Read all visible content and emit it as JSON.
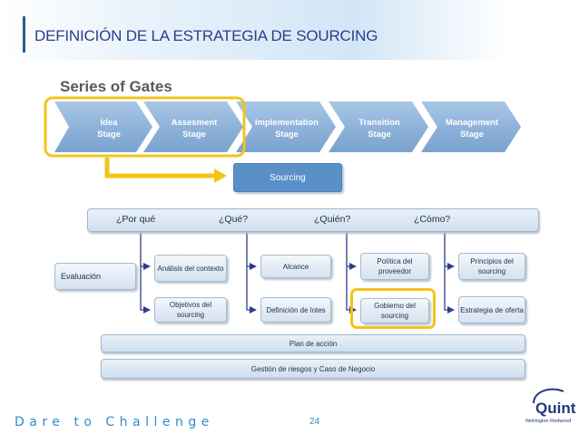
{
  "header": {
    "title": "DEFINICIÓN DE LA ESTRATEGIA DE SOURCING"
  },
  "gates": {
    "title": "Series of Gates",
    "stages": [
      {
        "line1": "Idea",
        "line2": "Stage"
      },
      {
        "line1": "Assesment",
        "line2": "Stage"
      },
      {
        "line1": "Implementation",
        "line2": "Stage"
      },
      {
        "line1": "Transition",
        "line2": "Stage"
      },
      {
        "line1": "Management",
        "line2": "Stage"
      }
    ],
    "highlighted_stages": [
      0,
      1
    ]
  },
  "sourcing_label": "Sourcing",
  "questions": [
    "¿Por qué",
    "¿Qué?",
    "¿Quién?",
    "¿Cómo?"
  ],
  "evaluation_label": "Evaluación",
  "boxes": {
    "porque": [
      "Análisis del contexto",
      "Objetivos del sourcing"
    ],
    "que": [
      "Alcance",
      "Definición de lotes"
    ],
    "quien": [
      "Política del proveedor",
      "Gobierno del sourcing"
    ],
    "como": [
      "Principios del sourcing",
      "Estrategia de oferta"
    ]
  },
  "highlighted_box": "Gobierno del sourcing",
  "bottom_bars": [
    "Plan de acción",
    "Gestión de riesgos y Caso  de Negocio"
  ],
  "footer": {
    "tagline": "Dare to Challenge",
    "page_number": "24",
    "logo_text": "Quint",
    "logo_subtext": "Wellington Redwood"
  },
  "colors": {
    "title": "#2b3f8a",
    "gate_fill": "#8fb3da",
    "sourcing_fill": "#5b8fc8",
    "highlight": "#f2c418",
    "accent": "#2e8ec7"
  }
}
